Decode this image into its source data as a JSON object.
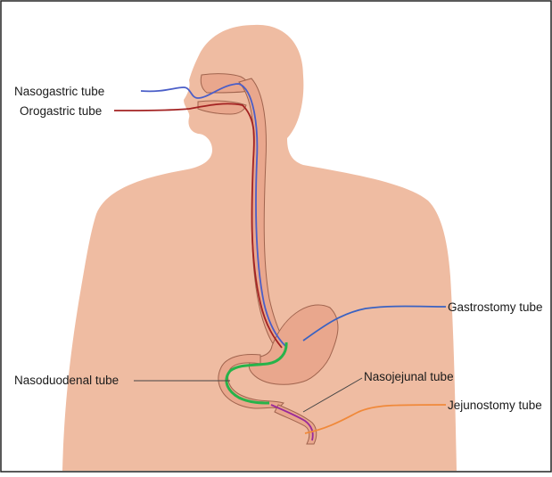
{
  "figure": {
    "labels": {
      "nasogastric": "Nasogastric tube",
      "orogastric": "Orogastric tube",
      "gastrostomy": "Gastrostomy tube",
      "nasoduodenal": "Nasoduodenal tube",
      "nasojejunal": "Nasojejunal tube",
      "jejunostomy": "Jejunostomy tube"
    },
    "colors": {
      "body": "#efbca2",
      "organ": "#e9a78d",
      "organ_outline": "#a0644e",
      "nasogastric": "#4a5ec8",
      "orogastric": "#a32222",
      "gastrostomy": "#3a62c2",
      "nasoduodenal": "#27b34a",
      "nasojejunal": "#9a2a9a",
      "jejunostomy": "#f0893a",
      "leader": "#444444"
    }
  }
}
